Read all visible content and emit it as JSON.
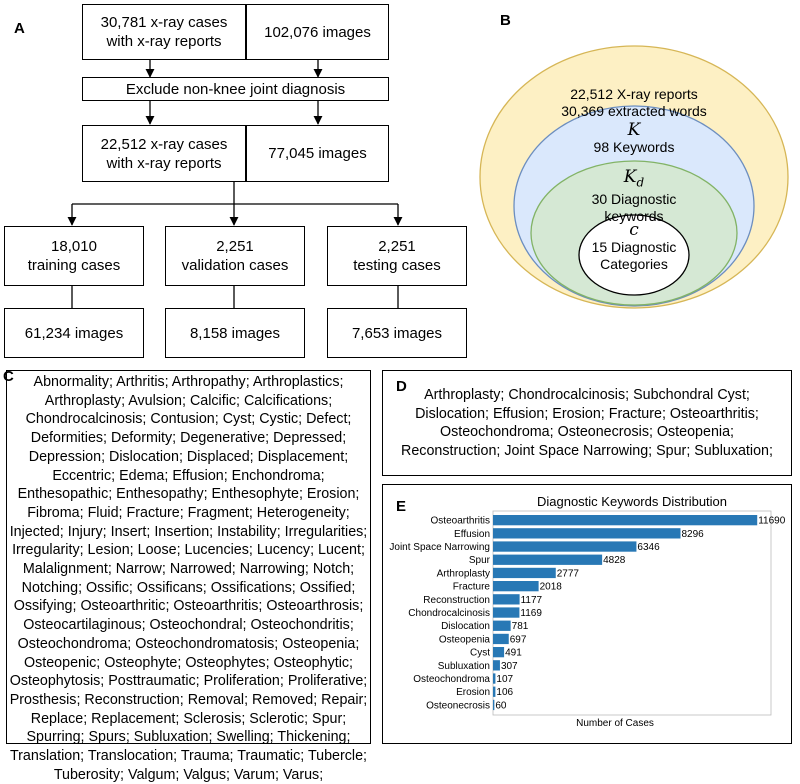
{
  "panels": {
    "a": "A",
    "b": "B",
    "c": "C",
    "d": "D",
    "e": "E"
  },
  "flow": {
    "top_left": [
      "30,781 x-ray cases",
      "with x-ray reports"
    ],
    "top_right": "102,076 images",
    "exclude": "Exclude non-knee joint diagnosis",
    "mid_left": [
      "22,512 x-ray cases",
      "with x-ray reports"
    ],
    "mid_right": "77,045 images",
    "splits": [
      {
        "count": "18,010",
        "label": "training cases",
        "images": "61,234 images"
      },
      {
        "count": "2,251",
        "label": "validation cases",
        "images": "8,158 images"
      },
      {
        "count": "2,251",
        "label": "testing cases",
        "images": "7,653 images"
      }
    ]
  },
  "venn": {
    "outer": [
      "22,512 X-ray reports",
      "30,369 extracted words"
    ],
    "k_symbol": "K",
    "k_text": "98 Keywords",
    "kd_symbol": "K",
    "kd_sub": "d",
    "kd_text": [
      "30 Diagnostic",
      "keywords"
    ],
    "c_symbol": "c",
    "c_text": [
      "15 Diagnostic",
      "Categories"
    ],
    "colors": {
      "outer": "#fdf0c4",
      "outer_stroke": "#d6b656",
      "k": "#dae8fc",
      "k_stroke": "#6c8ebf",
      "kd": "#d5e8d4",
      "kd_stroke": "#82b366",
      "c": "#ffffff"
    }
  },
  "keywords_c": [
    "Abnormality; Arthritis; Arthropathy; Arthroplastics;",
    "Arthroplasty; Avulsion; Calcific; Calcifications;",
    "Chondrocalcinosis; Contusion; Cyst; Cystic; Defect;",
    "Deformities; Deformity; Degenerative; Depressed;",
    "Depression; Dislocation; Displaced; Displacement;",
    "Eccentric; Edema; Effusion; Enchondroma;",
    "Enthesopathic; Enthesopathy; Enthesophyte; Erosion;",
    "Fibroma; Fluid; Fracture; Fragment; Heterogeneity;",
    "Injected; Injury; Insert; Insertion; Instability; Irregularities;",
    "Irregularity; Lesion; Loose; Lucencies; Lucency; Lucent;",
    "Malalignment; Narrow; Narrowed; Narrowing; Notch;",
    "Notching; Ossific; Ossificans; Ossifications; Ossified;",
    "Ossifying; Osteoarthritic; Osteoarthritis; Osteoarthrosis;",
    "Osteocartilaginous; Osteochondral; Osteochondritis;",
    "Osteochondroma; Osteochondromatosis; Osteopenia;",
    "Osteopenic; Osteophyte; Osteophytes; Osteophytic;",
    "Osteophytosis; Posttraumatic; Proliferation; Proliferative;",
    "Prosthesis; Reconstruction; Removal; Removed; Repair;",
    "Replace; Replacement; Sclerosis; Sclerotic; Spur;",
    "Spurring; Spurs; Subluxation; Swelling; Thickening;",
    "Translation; Translocation; Trauma; Traumatic; Tubercle;",
    "Tuberosity; Valgum; Valgus; Varum; Varus;"
  ],
  "keywords_d": [
    "Arthroplasty; Chondrocalcinosis; Subchondral Cyst;",
    "Dislocation; Effusion; Erosion; Fracture; Osteoarthritis;",
    "Osteochondroma; Osteonecrosis; Osteopenia;",
    "Reconstruction; Joint Space Narrowing; Spur; Subluxation;"
  ],
  "chart_data": {
    "type": "bar",
    "orientation": "horizontal",
    "title": "Diagnostic Keywords Distribution",
    "xlabel": "Number of Cases",
    "ylabel": "",
    "categories": [
      "Osteoarthritis",
      "Effusion",
      "Joint Space Narrowing",
      "Spur",
      "Arthroplasty",
      "Fracture",
      "Reconstruction",
      "Chondrocalcinosis",
      "Dislocation",
      "Osteopenia",
      "Cyst",
      "Subluxation",
      "Osteochondroma",
      "Erosion",
      "Osteonecrosis"
    ],
    "values": [
      11690,
      8296,
      6346,
      4828,
      2777,
      2018,
      1177,
      1169,
      781,
      697,
      491,
      307,
      107,
      106,
      60
    ],
    "value_labels": [
      "11690",
      "8296",
      "6346",
      "4828",
      "2777",
      "2018",
      "1177",
      "1169",
      "781",
      "697",
      "491",
      "307",
      "107",
      "106",
      "60"
    ],
    "xlim": [
      0,
      12300
    ],
    "bar_color": "#2878b5",
    "grid": false,
    "legend": "none"
  }
}
